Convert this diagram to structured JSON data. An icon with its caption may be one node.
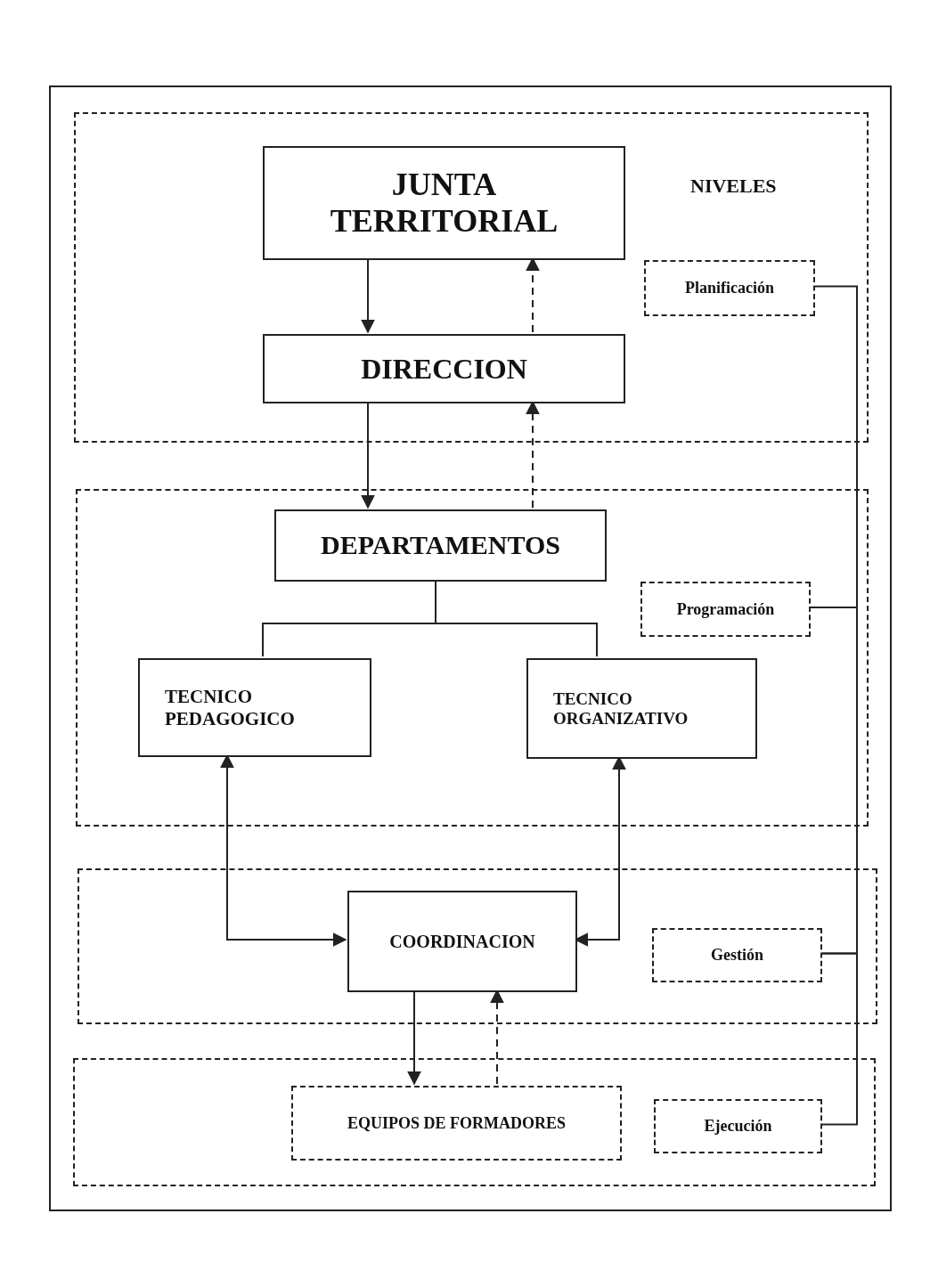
{
  "diagram": {
    "nodes": [
      {
        "text": [],
        "shape": "band"
      },
      {
        "text": [
          "JUNTA TERRITORIAL"
        ],
        "in": 0
      },
      {
        "text": [
          "DIRECCION"
        ],
        "in": 0
      },
      {
        "text": [
          "Planificación"
        ],
        "in": 0
      },
      {
        "text": [],
        "shape": "band"
      },
      {
        "text": [
          "DEPARTAMENTOS"
        ],
        "in": 4
      },
      {
        "text": [
          "TECNICO PEDAGOGICO"
        ],
        "in": 4
      },
      {
        "text": [
          "TECNICO ORGANIZATIVO"
        ],
        "in": 4
      },
      {
        "text": [
          "Programación"
        ],
        "in": 4
      },
      {
        "text": [],
        "shape": "band"
      },
      {
        "text": [
          "COORDINACION"
        ],
        "in": 9
      },
      {
        "text": [
          "Gestión"
        ],
        "in": 9
      },
      {
        "text": [],
        "shape": "band"
      },
      {
        "text": [
          "EQUIPOS DE FORMADORES"
        ],
        "in": 12
      },
      {
        "text": [
          "Ejecución"
        ],
        "in": 12
      }
    ],
    "edges": [
      {
        "from": 1,
        "to": 2,
        "arrow": "to"
      },
      {
        "from": 2,
        "to": 1,
        "arrow": "to",
        "style": "dashed"
      },
      {
        "from": 2,
        "to": 5,
        "arrow": "to"
      },
      {
        "from": 5,
        "to": 2,
        "arrow": "to",
        "style": "dashed"
      },
      {
        "from": 5,
        "to": 6,
        "arrow": "none"
      },
      {
        "from": 5,
        "to": 7,
        "arrow": "none"
      },
      {
        "from": 6,
        "to": 10,
        "arrow": "both"
      },
      {
        "from": 7,
        "to": 10,
        "arrow": "both"
      },
      {
        "from": 10,
        "to": 13,
        "arrow": "to"
      },
      {
        "from": 13,
        "to": 10,
        "arrow": "to",
        "style": "dashed"
      },
      {
        "from": 3,
        "to": 8,
        "arrow": "none"
      },
      {
        "from": 8,
        "to": 11,
        "arrow": "none"
      },
      {
        "from": 11,
        "to": 14,
        "arrow": "none"
      }
    ],
    "labels": [
      "NIVELES"
    ]
  }
}
